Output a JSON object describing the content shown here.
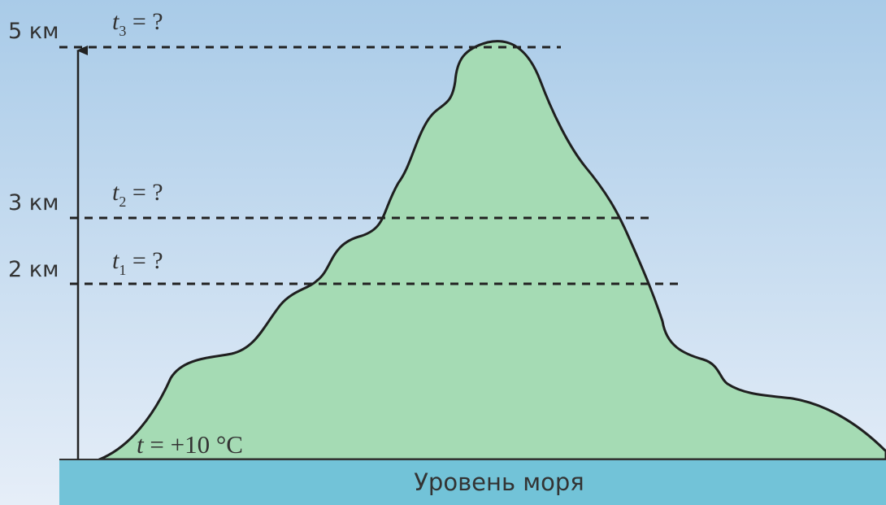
{
  "levels": [
    {
      "altitude_label": "5 км",
      "temp_var": "t",
      "temp_sub": "3",
      "temp_rest": " = ?"
    },
    {
      "altitude_label": "3 км",
      "temp_var": "t",
      "temp_sub": "2",
      "temp_rest": " = ?"
    },
    {
      "altitude_label": "2 км",
      "temp_var": "t",
      "temp_sub": "1",
      "temp_rest": " = ?"
    }
  ],
  "base_temperature": {
    "var": "t",
    "text": " = +10 °C"
  },
  "sea_level_label": "Уровень моря",
  "colors": {
    "sky_top": "#a9cbe8",
    "sky_bottom": "#e6eef8",
    "mountain_fill": "#a5dbb4",
    "mountain_stroke": "#1f1f1f",
    "sea": "#72c3d8",
    "line": "#222222"
  }
}
